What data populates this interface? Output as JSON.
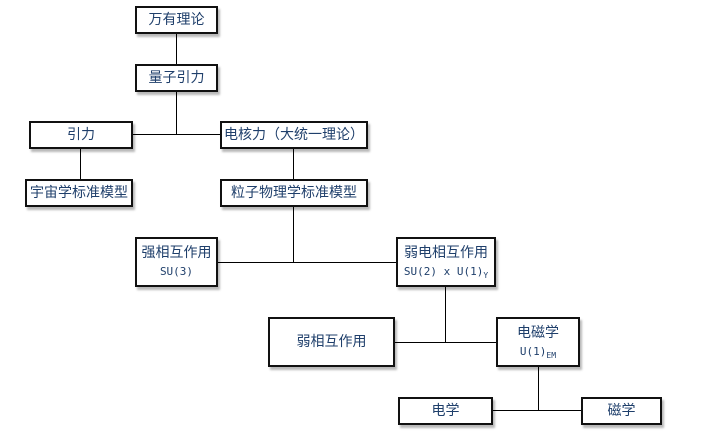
{
  "nodes": {
    "theory_of_everything": {
      "label": "万有理论"
    },
    "quantum_gravity": {
      "label": "量子引力"
    },
    "gravity": {
      "label": "引力"
    },
    "electronuclear": {
      "label": "电核力（大统一理论）"
    },
    "cosmology_standard_model": {
      "label": "宇宙学标准模型"
    },
    "particle_standard_model": {
      "label": "粒子物理学标准模型"
    },
    "strong_interaction": {
      "label": "强相互作用",
      "formula": "SU(3)"
    },
    "electroweak_interaction": {
      "label": "弱电相互作用",
      "formula": "SU(2) x U(1)",
      "formula_subscript": "Y"
    },
    "weak_interaction": {
      "label": "弱相互作用"
    },
    "electromagnetism": {
      "label": "电磁学",
      "formula": "U(1)",
      "formula_subscript": "EM"
    },
    "electricity": {
      "label": "电学"
    },
    "magnetism": {
      "label": "磁学"
    }
  },
  "colors": {
    "node_text": "#1f3f6b",
    "node_border": "#111111",
    "connector": "#000000",
    "background": "#ffffff"
  }
}
